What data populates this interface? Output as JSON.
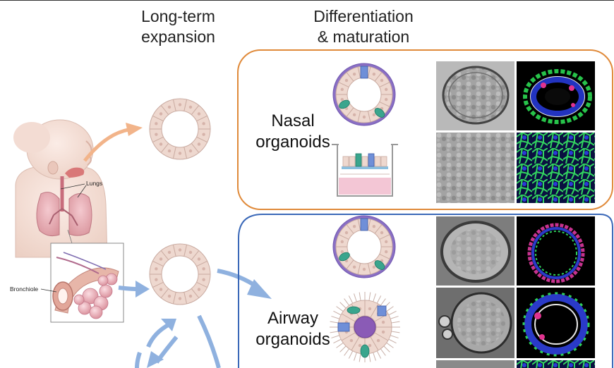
{
  "headers": {
    "expansion_line1": "Long-term",
    "expansion_line2": "expansion",
    "differentiation_line1": "Differentiation",
    "differentiation_line2": "& maturation"
  },
  "nasal": {
    "line1": "Nasal",
    "line2": "organoids"
  },
  "airway": {
    "line1": "Airway",
    "line2": "organoids"
  },
  "anatomy": {
    "lungs_label": "Lungs",
    "bronchiole_label": "Bronchiole"
  },
  "colors": {
    "nasal_frame": "#e08a3a",
    "airway_frame": "#3a68b8",
    "nasal_arrow": "#f2b48a",
    "airway_arrow": "#8fb1df",
    "cell_fill": "#eed8cf",
    "cell_stroke": "#c9aaa0",
    "skin": "#f2dcd3",
    "microscopy_gray": "#9a9a9a",
    "fluor_green": "#29c94a",
    "fluor_blue": "#2436c8",
    "fluor_magenta": "#e0338f"
  }
}
